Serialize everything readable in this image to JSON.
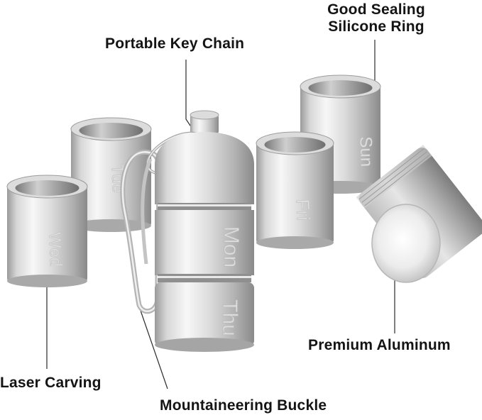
{
  "callouts": {
    "sealing_ring": {
      "line1": "Good Sealing",
      "line2": "Silicone Ring"
    },
    "key_chain": "Portable Key Chain",
    "laser_carving": "Laser Carving",
    "mountaineering_buckle": "Mountaineering Buckle",
    "premium_aluminum": "Premium Aluminum"
  },
  "engravings": {
    "tue": "Tue",
    "wed": "Wed",
    "fri": "Fri",
    "sun": "Sun",
    "mon": "Mon",
    "thu": "Thu"
  },
  "colors": {
    "background": "#ffffff",
    "label_text": "#141414",
    "leader_line": "#2a2a2a",
    "metal_light": "#f2f2f2",
    "metal_mid": "#c9c9c9",
    "metal_dark": "#8d8d8d"
  }
}
